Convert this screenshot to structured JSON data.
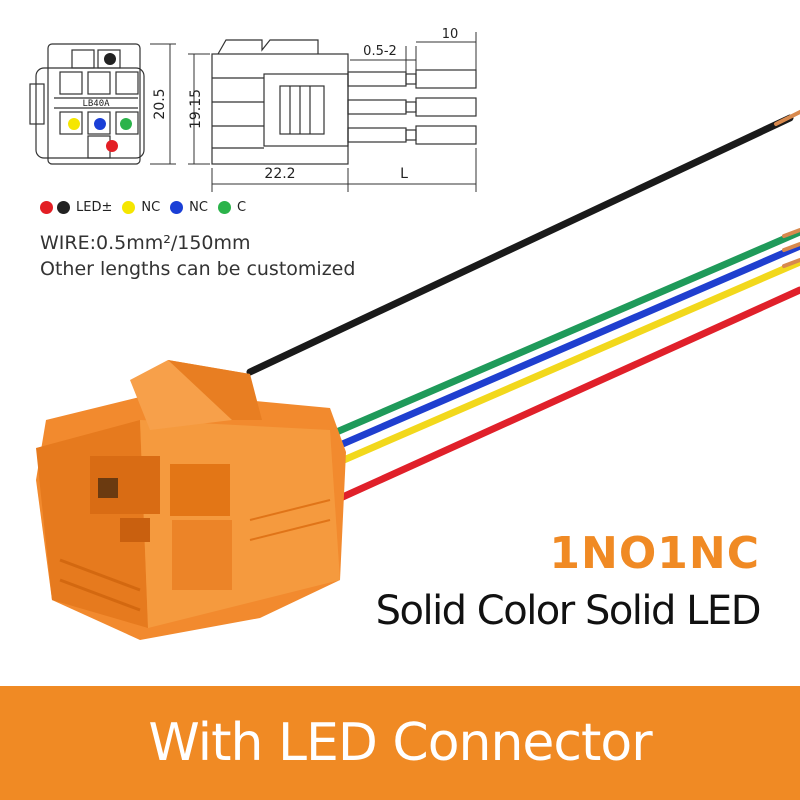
{
  "diagram": {
    "connector_label": "LB40A",
    "dim_height_outer": "20.5",
    "dim_height_inner": "19.15",
    "dim_width": "22.2",
    "dim_strip": "0.5-2",
    "dim_tin": "10",
    "dim_length": "L"
  },
  "legend": {
    "items": [
      {
        "colors": [
          "#e31e24",
          "#222222"
        ],
        "label": "LED±"
      },
      {
        "colors": [
          "#f5e600"
        ],
        "label": "NC"
      },
      {
        "colors": [
          "#1a3fd6"
        ],
        "label": "NC"
      },
      {
        "colors": [
          "#2bb34a"
        ],
        "label": "C"
      }
    ]
  },
  "spec": {
    "wire": "WIRE:0.5mm²/150mm",
    "custom": "Other lengths can be customized"
  },
  "headline": {
    "type": "1NO1NC",
    "subtitle": "Solid Color Solid  LED"
  },
  "banner": {
    "text": "With LED Connector"
  },
  "colors": {
    "accent": "#f08a24",
    "connector": "#f28a2e",
    "wire_black": "#1a1a1a",
    "wire_green": "#1f9a5a",
    "wire_blue": "#1f3fcf",
    "wire_yellow": "#f2d81c",
    "wire_red": "#e0202a"
  }
}
